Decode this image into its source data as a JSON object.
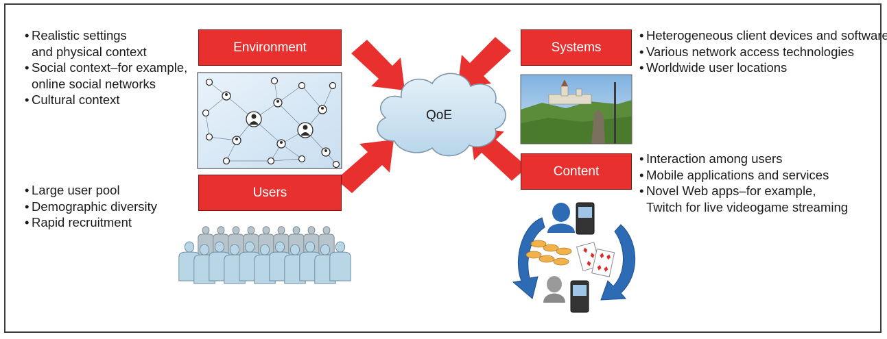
{
  "boxes": {
    "environment": "Environment",
    "systems": "Systems",
    "users": "Users",
    "content": "Content",
    "center": "QoE"
  },
  "lists": {
    "environment": [
      "Realistic settings",
      "and physical context",
      "Social context–for example,",
      "online social networks",
      "Cultural context"
    ],
    "users": [
      "Large user pool",
      "Demographic diversity",
      "Rapid recruitment"
    ],
    "systems": [
      "Heterogeneous client devices and software",
      "Various network access technologies",
      "Worldwide user locations"
    ],
    "content": [
      "Interaction among users",
      "Mobile applications and services",
      "Novel Web apps–for example,",
      "Twitch for live videogame streaming"
    ]
  },
  "colors": {
    "box_fill": "#e8312f",
    "arrow": "#e8312f",
    "cloud_fill": "#cfe4f2",
    "network_bg": "#dcebf7",
    "crowd": "#b9d6e6",
    "crowd_back": "#b8c4cc",
    "cycle_arrow": "#2e6bb5"
  },
  "icons": [
    "social-network-illustration",
    "castle-photo",
    "crowd-illustration",
    "mobile-gaming-illustration"
  ]
}
